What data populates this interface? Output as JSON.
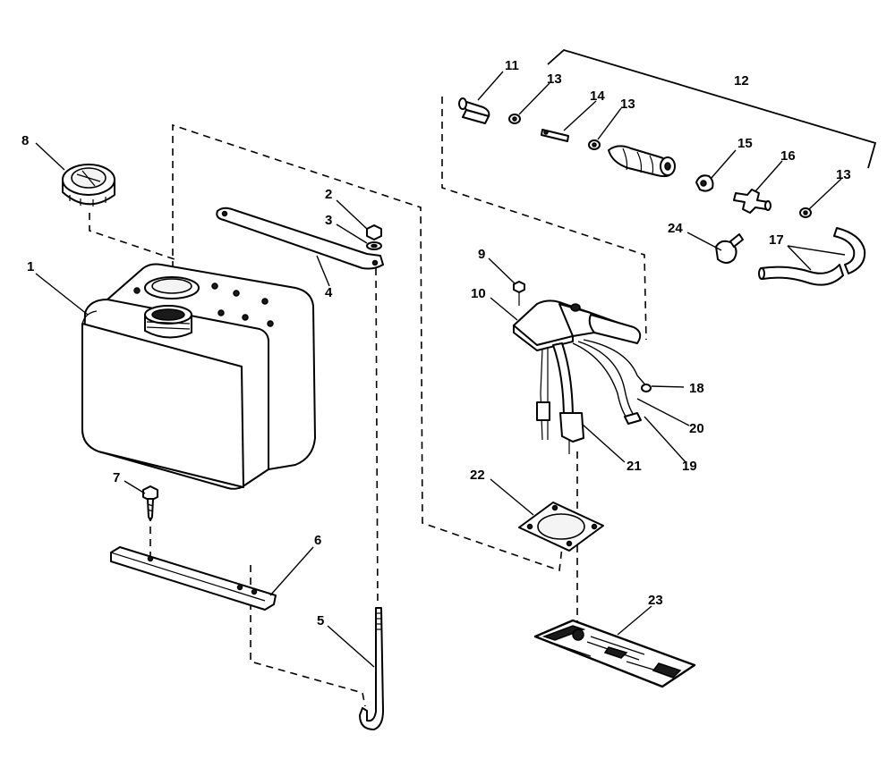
{
  "callouts": {
    "c1": "1",
    "c2": "2",
    "c3": "3",
    "c4": "4",
    "c5": "5",
    "c6": "6",
    "c7": "7",
    "c8": "8",
    "c9": "9",
    "c10": "10",
    "c11": "11",
    "c12": "12",
    "c13a": "13",
    "c13b": "13",
    "c13c": "13",
    "c14": "14",
    "c15": "15",
    "c16": "16",
    "c17": "17",
    "c18": "18",
    "c19": "19",
    "c20": "20",
    "c21": "21",
    "c22": "22",
    "c23": "23",
    "c24": "24"
  }
}
